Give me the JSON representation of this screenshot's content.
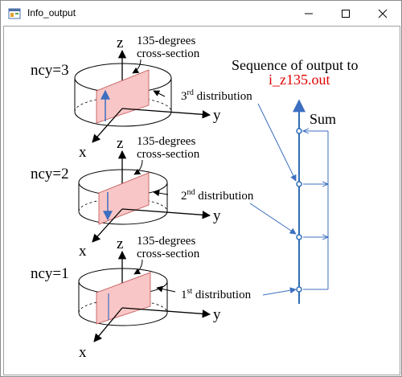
{
  "window": {
    "title": "Info_output"
  },
  "colors": {
    "section_fill": "#f8c6c6",
    "section_stroke": "#c05050",
    "arrow_blue": "#3c6fc0",
    "title_red": "#e00000"
  },
  "diagram": {
    "axis_x": "x",
    "axis_y": "y",
    "axis_z": "z",
    "cross_section_line1": "135-degrees",
    "cross_section_line2": "cross-section",
    "levels": [
      {
        "ncy": "ncy=3",
        "dist_number": "3",
        "dist_suffix": "rd",
        "dist_text": " distribution"
      },
      {
        "ncy": "ncy=2",
        "dist_number": "2",
        "dist_suffix": "nd",
        "dist_text": " distribution"
      },
      {
        "ncy": "ncy=1",
        "dist_number": "1",
        "dist_suffix": "st",
        "dist_text": " distribution"
      }
    ],
    "sequence_title": "Sequence of output to",
    "sequence_file": "i_z135.out",
    "sum_label": "Sum"
  }
}
